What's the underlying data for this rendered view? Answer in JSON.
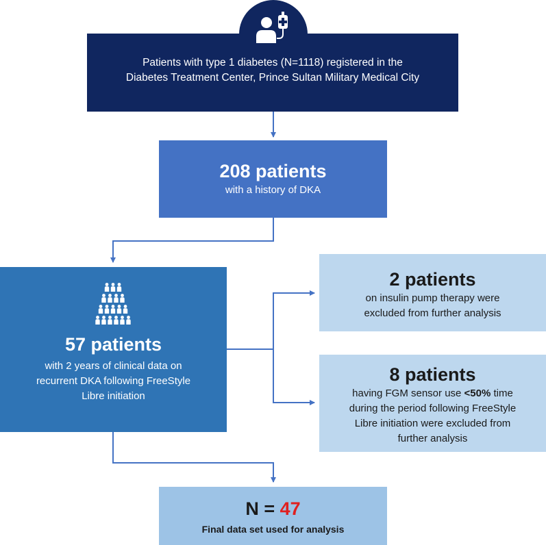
{
  "colors": {
    "dark_navy": "#10265f",
    "medium_blue": "#4472c4",
    "steel_blue": "#2f74b5",
    "light_blue": "#bdd7ee",
    "final_blue": "#9dc3e6",
    "arrow": "#4472c4",
    "highlight_red": "#e02020"
  },
  "top": {
    "icon": "patient-iv-drip-icon",
    "line1": "Patients with type 1 diabetes (N=1118) registered in the",
    "line2": "Diabetes Treatment Center, Prince Sultan Military Medical City"
  },
  "dka": {
    "title": "208 patients",
    "subtitle": "with a history of DKA"
  },
  "cohort": {
    "icon": "people-group-icon",
    "title": "57 patients",
    "line1": "with 2 years of clinical data on",
    "line2": "recurrent DKA following FreeStyle",
    "line3": "Libre initiation"
  },
  "excl_pump": {
    "title": "2 patients",
    "line1": "on insulin pump therapy were",
    "line2": "excluded from further analysis"
  },
  "excl_fgm": {
    "title": "8 patients",
    "line1_pre": "having FGM sensor use ",
    "line1_bold": "<50%",
    "line1_post": " time",
    "line2": "during the period following FreeStyle",
    "line3": "Libre initiation were excluded from",
    "line4": "further analysis"
  },
  "final": {
    "n_label": "N = ",
    "n_value": "47",
    "caption": "Final data set used for analysis"
  }
}
